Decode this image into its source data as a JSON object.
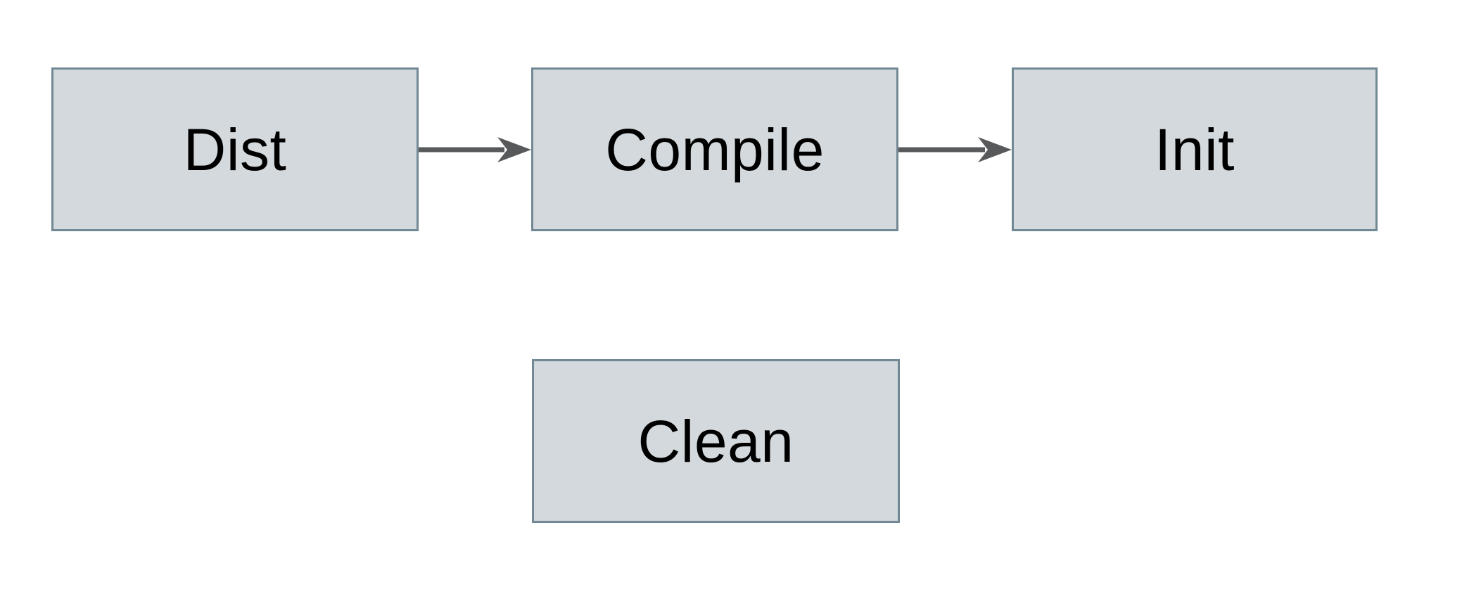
{
  "diagram": {
    "nodes": [
      {
        "id": "dist",
        "label": "Dist"
      },
      {
        "id": "compile",
        "label": "Compile"
      },
      {
        "id": "init",
        "label": "Init"
      },
      {
        "id": "clean",
        "label": "Clean"
      }
    ],
    "edges": [
      {
        "from": "Dist",
        "to": "Compile",
        "direction": "right"
      },
      {
        "from": "Compile",
        "to": "Init",
        "direction": "right"
      }
    ],
    "colors": {
      "node_fill": "#d3d9dc",
      "node_border": "#728995",
      "arrow": "#58595b",
      "text": "#000000",
      "background": "#ffffff"
    }
  }
}
